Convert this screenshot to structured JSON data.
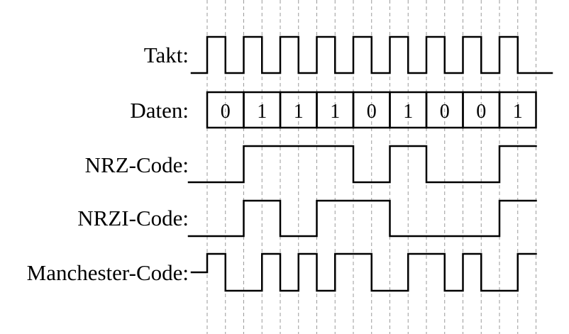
{
  "labels": {
    "takt": "Takt:",
    "daten": "Daten:",
    "nrz": "NRZ-Code:",
    "nrzi": "NRZI-Code:",
    "manchester": "Manchester-Code:"
  },
  "bits": [
    "0",
    "1",
    "1",
    "1",
    "0",
    "1",
    "0",
    "0",
    "1"
  ],
  "signals": {
    "nrz_levels": [
      0,
      1,
      1,
      1,
      0,
      1,
      0,
      0,
      1
    ],
    "nrzi_levels": [
      0,
      1,
      0,
      1,
      1,
      0,
      0,
      0,
      1
    ],
    "manchester_halves": [
      [
        1,
        0
      ],
      [
        0,
        1
      ],
      [
        0,
        1
      ],
      [
        0,
        1
      ],
      [
        1,
        0
      ],
      [
        0,
        1
      ],
      [
        1,
        0
      ],
      [
        1,
        0
      ],
      [
        0,
        1
      ]
    ]
  }
}
